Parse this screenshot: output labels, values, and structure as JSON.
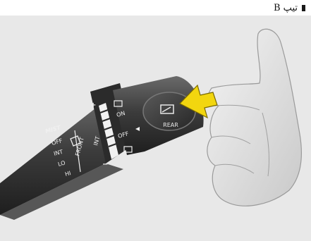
{
  "caption": {
    "text": "تیپ B"
  },
  "stalk": {
    "mist_label": "MIST",
    "off_label": "OFF",
    "int_label": "INT",
    "lo_label": "LO",
    "hi_label": "HI",
    "front_label": "FRONT",
    "int_ring_label": "INT",
    "on_label": "ON",
    "off_ring_label": "OFF",
    "plus_label": "+",
    "minus_label": "−"
  },
  "knob": {
    "rear_label": "REAR"
  },
  "colors": {
    "arrow": "#f2d60f",
    "background": "#e8e8e8",
    "stalk": "#3a3a3a"
  }
}
